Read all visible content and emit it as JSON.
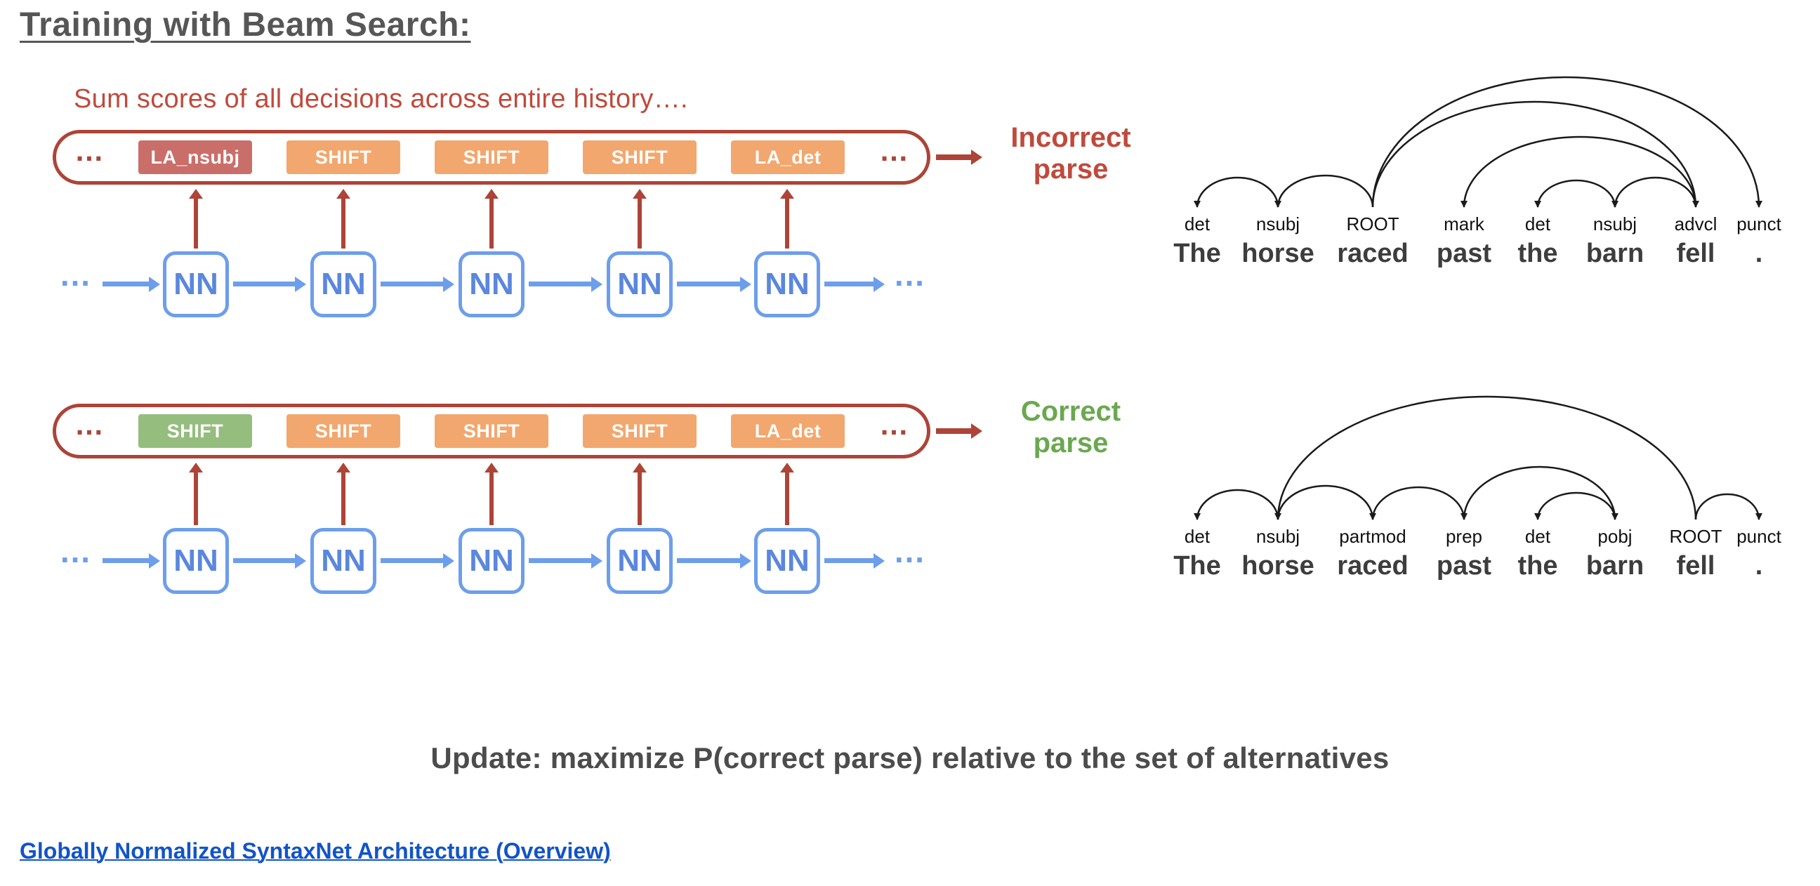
{
  "title": "Training with Beam Search:",
  "subtitle": "Sum scores of all decisions across entire history….",
  "misc": {
    "ellipsis": "…"
  },
  "colors": {
    "brick_red": "#ad4437",
    "red_text": "#bf4a3c",
    "orange_box": "#f2a76e",
    "rose_box": "#ca6e69",
    "green_box": "#95bd7e",
    "green_text": "#6aa84f",
    "blue": "#6d9eeb",
    "link_blue": "#1254c7",
    "dark_gray": "#4c4c4c"
  },
  "nn_label": "NN",
  "incorrect_sequence": {
    "boxes": [
      "LA_nsubj",
      "SHIFT",
      "SHIFT",
      "SHIFT",
      "LA_det"
    ],
    "result": [
      "Incorrect",
      "parse"
    ]
  },
  "correct_sequence": {
    "boxes": [
      "SHIFT",
      "SHIFT",
      "SHIFT",
      "SHIFT",
      "LA_det"
    ],
    "result": [
      "Correct",
      "parse"
    ]
  },
  "parse_incorrect": {
    "labels": [
      "det",
      "nsubj",
      "ROOT",
      "mark",
      "det",
      "nsubj",
      "advcl",
      "punct"
    ],
    "words": [
      "The",
      "horse",
      "raced",
      "past",
      "the",
      "barn",
      "fell",
      "."
    ]
  },
  "parse_correct": {
    "labels": [
      "det",
      "nsubj",
      "partmod",
      "prep",
      "det",
      "pobj",
      "ROOT",
      "punct"
    ],
    "words": [
      "The",
      "horse",
      "raced",
      "past",
      "the",
      "barn",
      "fell",
      "."
    ]
  },
  "update_text": "Update: maximize P(correct parse) relative to the set of alternatives",
  "footer_link": "Globally Normalized SyntaxNet Architecture (Overview)"
}
